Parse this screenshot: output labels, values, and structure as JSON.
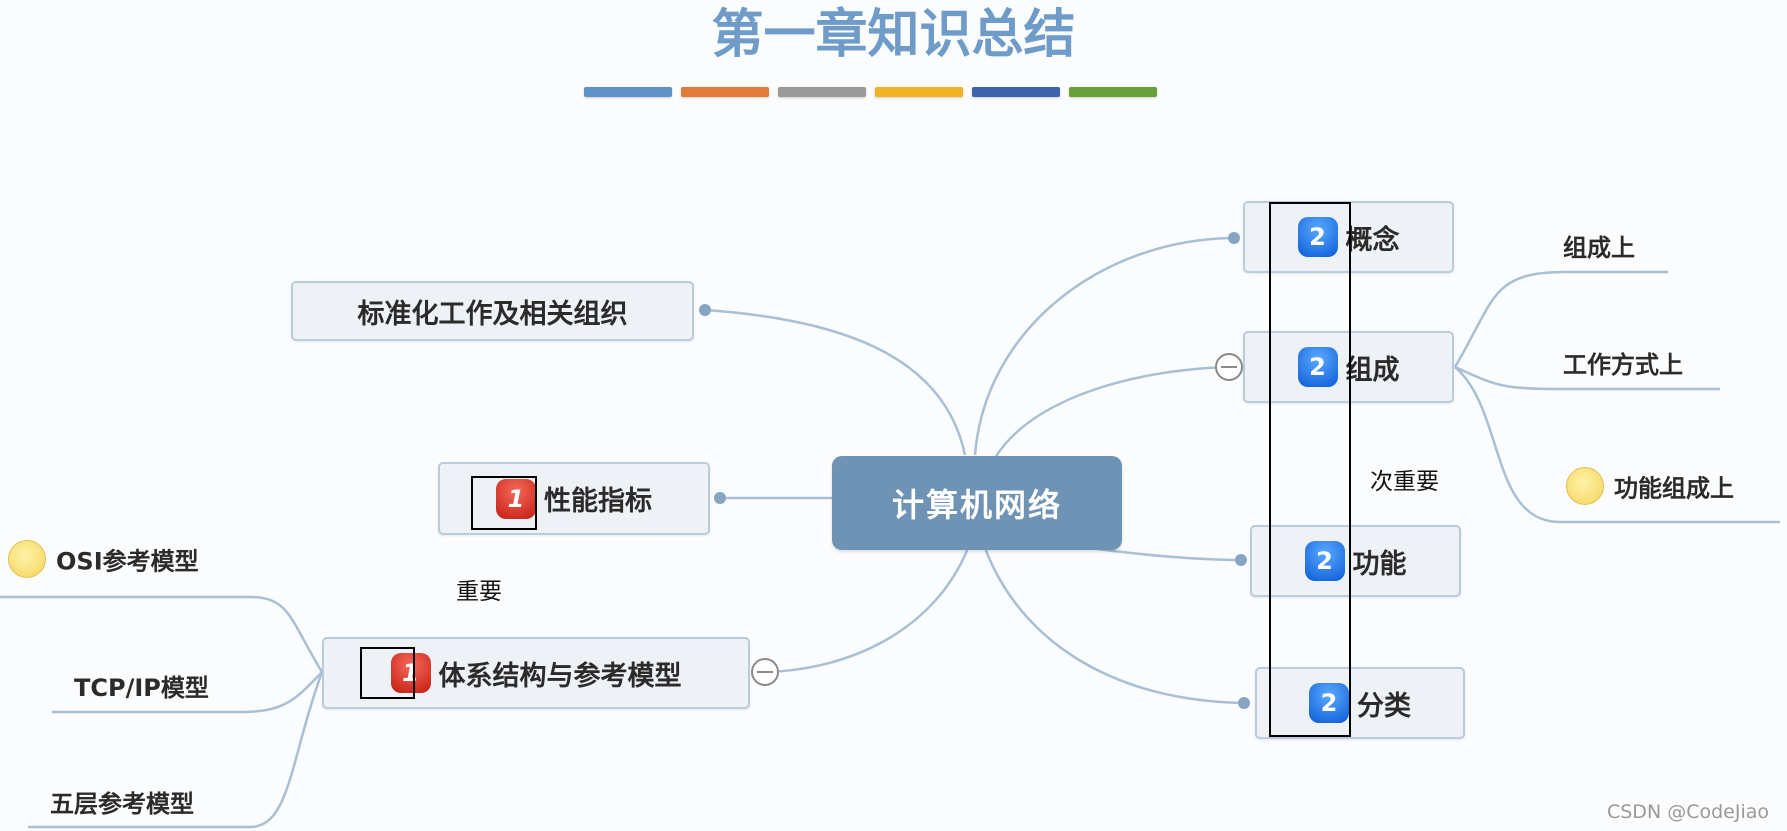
{
  "title": "第一章知识总结",
  "color_bar": [
    "#5f93c8",
    "#e07b39",
    "#9a9a9a",
    "#f0b323",
    "#3f64ab",
    "#6aa03a"
  ],
  "center": "计算机网络",
  "left_nodes": {
    "standards": "标准化工作及相关组织",
    "performance": {
      "label": "性能指标",
      "badge": "1"
    },
    "architecture": {
      "label": "体系结构与参考模型",
      "badge": "1"
    }
  },
  "right_nodes": {
    "concept": {
      "label": "概念",
      "badge": "2"
    },
    "composition": {
      "label": "组成",
      "badge": "2"
    },
    "function": {
      "label": "功能",
      "badge": "2"
    },
    "classification": {
      "label": "分类",
      "badge": "2"
    }
  },
  "composition_children": [
    "组成上",
    "工作方式上",
    "功能组成上"
  ],
  "architecture_children": [
    "OSI参考模型",
    "TCP/IP模型",
    "五层参考模型"
  ],
  "annotations": {
    "important": "重要",
    "secondary": "次重要"
  },
  "watermark": "CSDN @CodeJiao"
}
